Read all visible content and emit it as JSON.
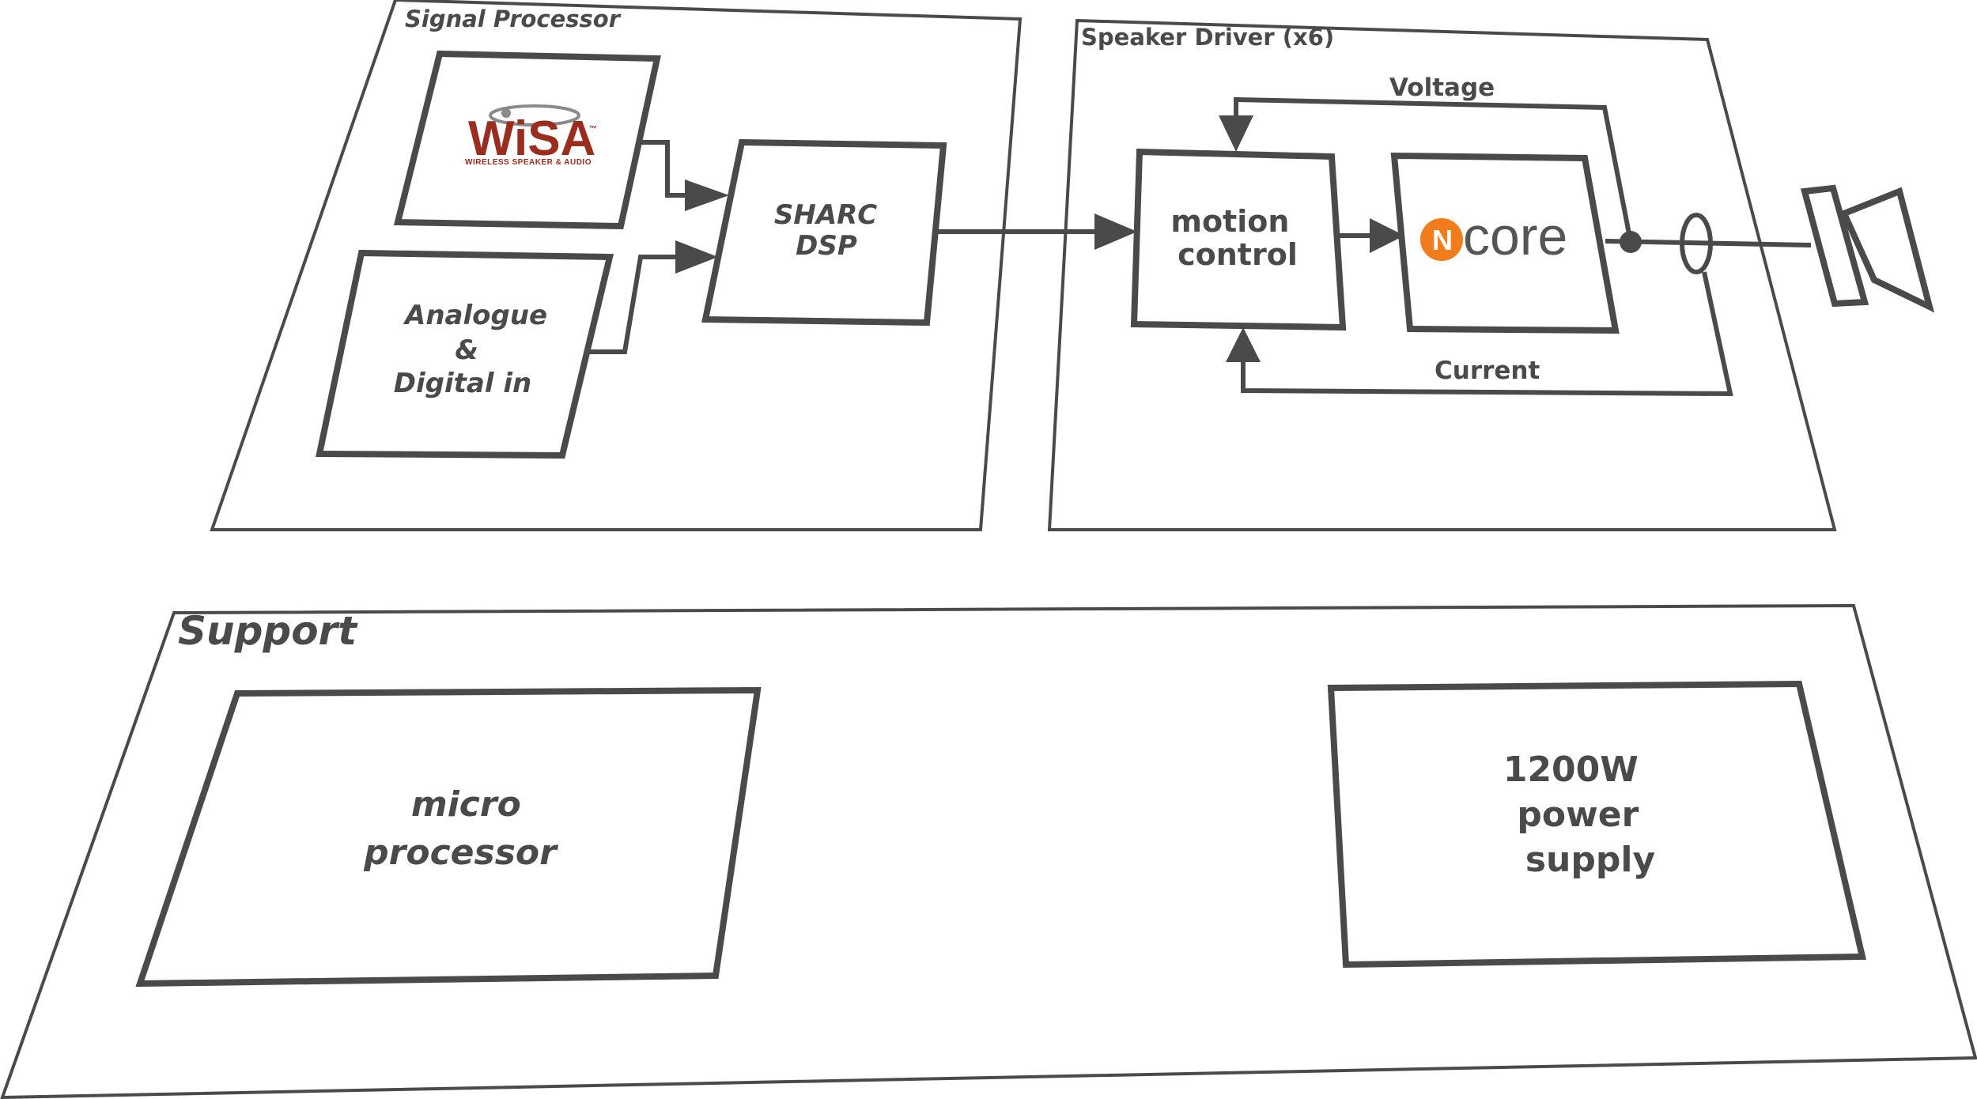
{
  "signal_processor": {
    "title": "Signal Processor",
    "wisa_logo": {
      "word": "WiSA",
      "trademark": "™",
      "tagline": "WIRELESS SPEAKER & AUDIO"
    },
    "analogue_digital": [
      "Analogue",
      "&",
      "Digital in"
    ],
    "sharc_dsp": [
      "SHARC",
      "DSP"
    ]
  },
  "speaker_driver": {
    "title": "Speaker Driver (x6)",
    "motion_control": [
      "motion",
      "control"
    ],
    "ncore_logo": {
      "letter": "N",
      "word": "core"
    },
    "voltage_label": "Voltage",
    "current_label": "Current"
  },
  "support": {
    "title": "Support",
    "microprocessor": [
      "micro",
      "processor"
    ],
    "power_supply": [
      "1200W",
      "power",
      "supply"
    ]
  },
  "colors": {
    "line": "#4a4a4a",
    "wisa_red": "#9b2d1f",
    "ncore_orange": "#f07c1c"
  }
}
